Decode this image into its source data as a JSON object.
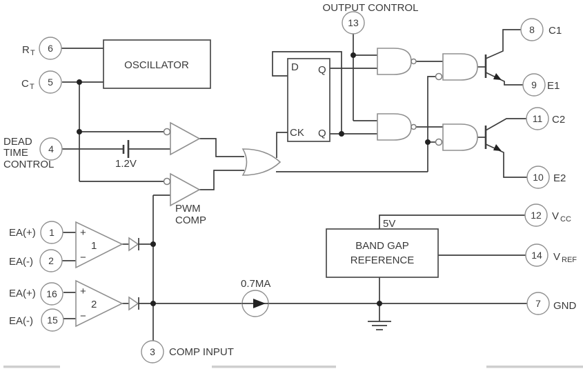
{
  "pins": {
    "p6": {
      "num": "6",
      "label": "R",
      "sub": "T"
    },
    "p5": {
      "num": "5",
      "label": "C",
      "sub": "T"
    },
    "p4": {
      "num": "4",
      "label_lines": [
        "DEAD",
        "TIME",
        "CONTROL"
      ]
    },
    "p1": {
      "num": "1",
      "label": "EA(+)"
    },
    "p2": {
      "num": "2",
      "label": "EA(-)"
    },
    "p16": {
      "num": "16",
      "label": "EA(+)"
    },
    "p15": {
      "num": "15",
      "label": "EA(-)"
    },
    "p3": {
      "num": "3",
      "label": "COMP INPUT"
    },
    "p13": {
      "num": "13",
      "label": "OUTPUT CONTROL"
    },
    "p8": {
      "num": "8",
      "label": "C1"
    },
    "p9": {
      "num": "9",
      "label": "E1"
    },
    "p11": {
      "num": "11",
      "label": "C2"
    },
    "p10": {
      "num": "10",
      "label": "E2"
    },
    "p12": {
      "num": "12",
      "label": "V",
      "sub": "CC"
    },
    "p14": {
      "num": "14",
      "label": "V",
      "sub": "REF"
    },
    "p7": {
      "num": "7",
      "label": "GND"
    }
  },
  "blocks": {
    "oscillator_label": "OSCILLATOR",
    "bandgap_lines": [
      "BAND GAP",
      "REFERENCE"
    ],
    "flipflop": {
      "d": "D",
      "q_top": "Q",
      "ck": "CK",
      "q_bot": "Q"
    }
  },
  "components": {
    "battery_label": "1.2V",
    "pwm_comp_lines": [
      "PWM",
      "COMP"
    ],
    "current_source_label": "0.7MA",
    "reference_rail_label": "5V",
    "error_amp1": {
      "number": "1",
      "plus": "+",
      "minus": "−"
    },
    "error_amp2": {
      "number": "2",
      "plus": "+",
      "minus": "−"
    }
  },
  "colors": {
    "wire": "#3c3c3c",
    "shape_outline": "#8f8f8f",
    "text": "#3a3a3a",
    "background": "#ffffff",
    "bottom_strip": "#cfcfcf"
  }
}
